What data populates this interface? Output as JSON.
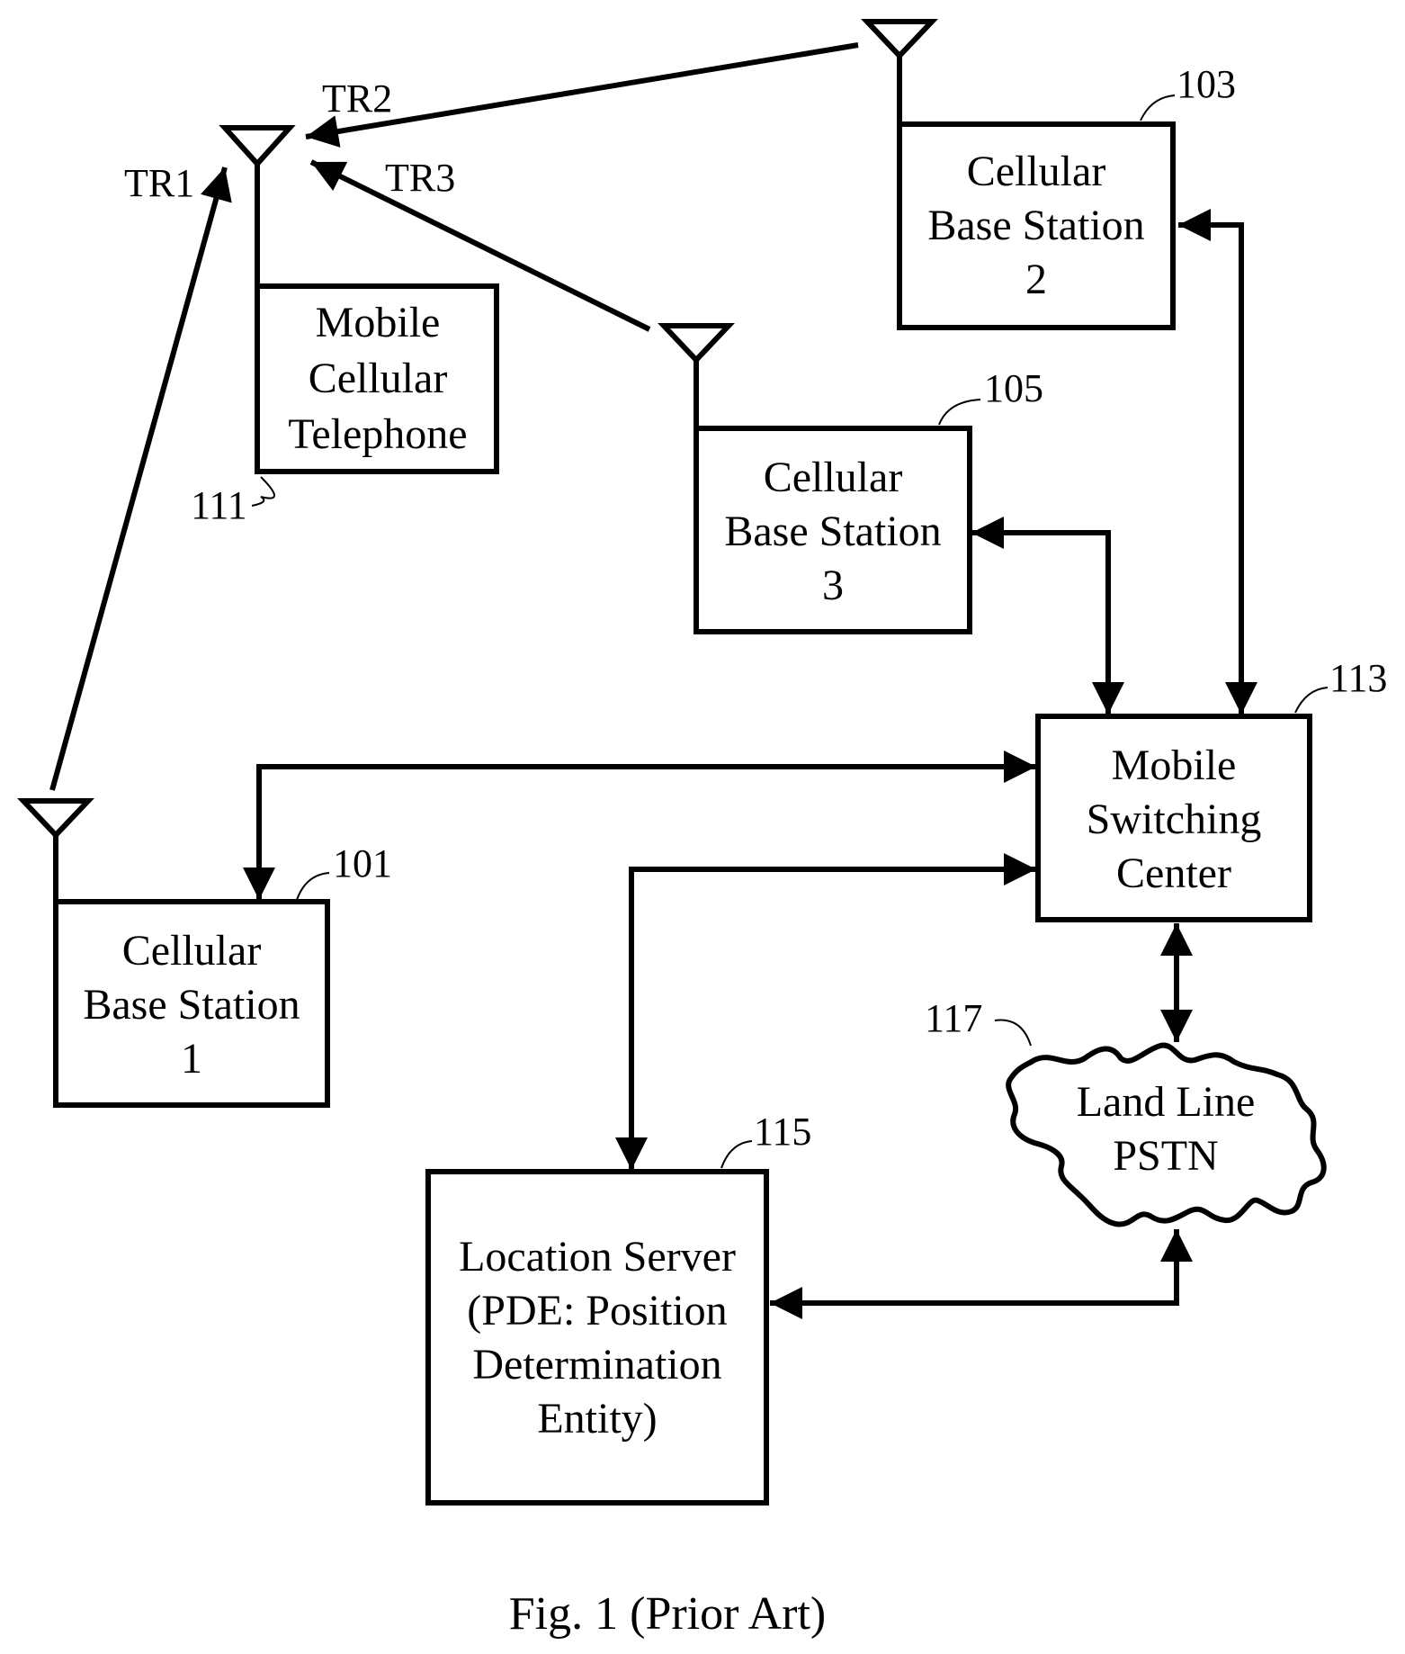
{
  "diagram": {
    "boxes": {
      "mobile": [
        "Mobile",
        "Cellular",
        "Telephone"
      ],
      "bs2": [
        "Cellular",
        "Base Station",
        "2"
      ],
      "bs3": [
        "Cellular",
        "Base Station",
        "3"
      ],
      "bs1": [
        "Cellular",
        "Base Station",
        "1"
      ],
      "msc": [
        "Mobile",
        "Switching",
        "Center"
      ],
      "pstn": [
        "Land Line",
        "PSTN"
      ],
      "location_server": [
        "Location Server",
        "(PDE: Position",
        "Determination",
        "Entity)"
      ]
    },
    "refs": {
      "mobile": "111",
      "bs2": "103",
      "bs3": "105",
      "bs1": "101",
      "msc": "113",
      "pstn": "117",
      "location_server": "115"
    },
    "signals": {
      "tr1": "TR1",
      "tr2": "TR2",
      "tr3": "TR3"
    },
    "caption": "Fig. 1 (Prior Art)"
  }
}
